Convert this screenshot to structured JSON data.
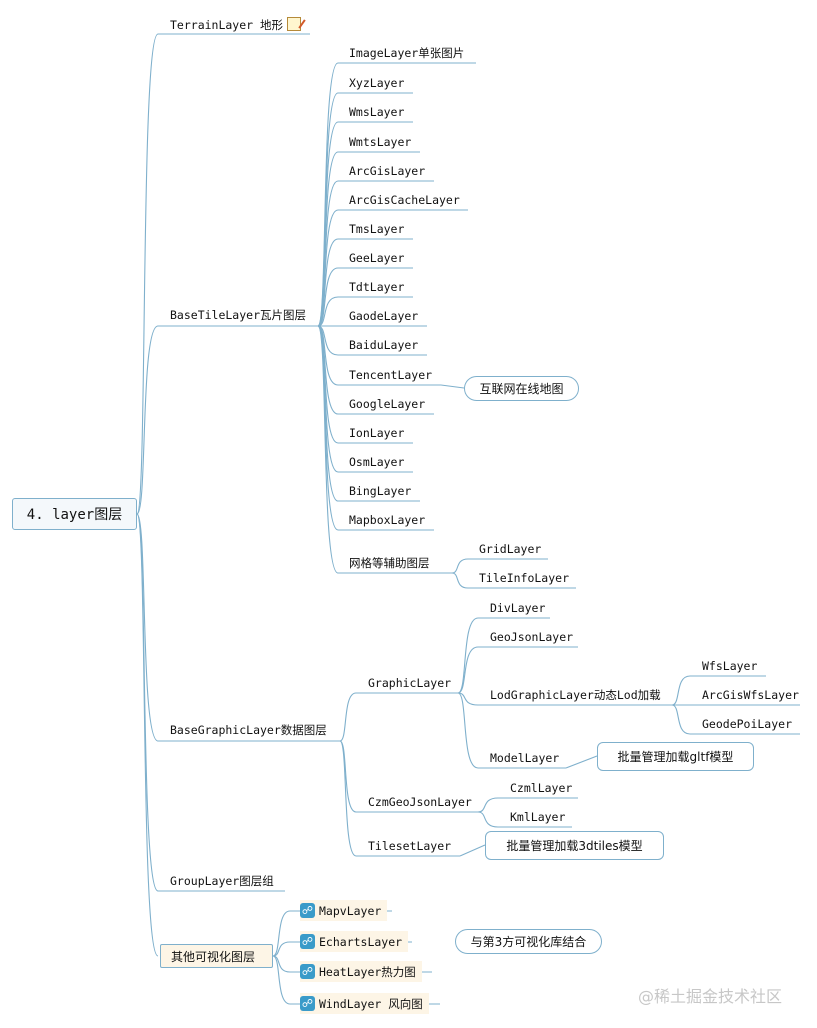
{
  "root": "4. layer图层",
  "terrain": "TerrainLayer 地形",
  "base_tile": {
    "label": "BaseTileLayer瓦片图层",
    "children": [
      "ImageLayer单张图片",
      "XyzLayer",
      "WmsLayer",
      "WmtsLayer",
      "ArcGisLayer",
      "ArcGisCacheLayer",
      "TmsLayer",
      "GeeLayer",
      "TdtLayer",
      "GaodeLayer",
      "BaiduLayer",
      "TencentLayer",
      "GoogleLayer",
      "IonLayer",
      "OsmLayer",
      "BingLayer",
      "MapboxLayer"
    ],
    "callout": "互联网在线地图",
    "aux": {
      "label": "网格等辅助图层",
      "children": [
        "GridLayer",
        "TileInfoLayer"
      ]
    }
  },
  "base_graphic": {
    "label": "BaseGraphicLayer数据图层",
    "graphic": {
      "label": "GraphicLayer",
      "div": "DivLayer",
      "geojson": "GeoJsonLayer",
      "lod": {
        "label": "LodGraphicLayer动态Lod加载",
        "children": [
          "WfsLayer",
          "ArcGisWfsLayer",
          "GeodePoiLayer"
        ]
      },
      "model": "ModelLayer",
      "model_callout": "批量管理加载gltf模型"
    },
    "czm": {
      "label": "CzmGeoJsonLayer",
      "children": [
        "CzmlLayer",
        "KmlLayer"
      ]
    },
    "tileset": {
      "label": "TilesetLayer",
      "callout": "批量管理加载3dtiles模型"
    }
  },
  "group": "GroupLayer图层组",
  "other": {
    "label": "其他可视化图层",
    "children": [
      "MapvLayer",
      "EchartsLayer",
      "HeatLayer热力图",
      "WindLayer 风向图"
    ],
    "callout": "与第3方可视化库结合"
  },
  "watermark": "@稀土掘金技术社区"
}
